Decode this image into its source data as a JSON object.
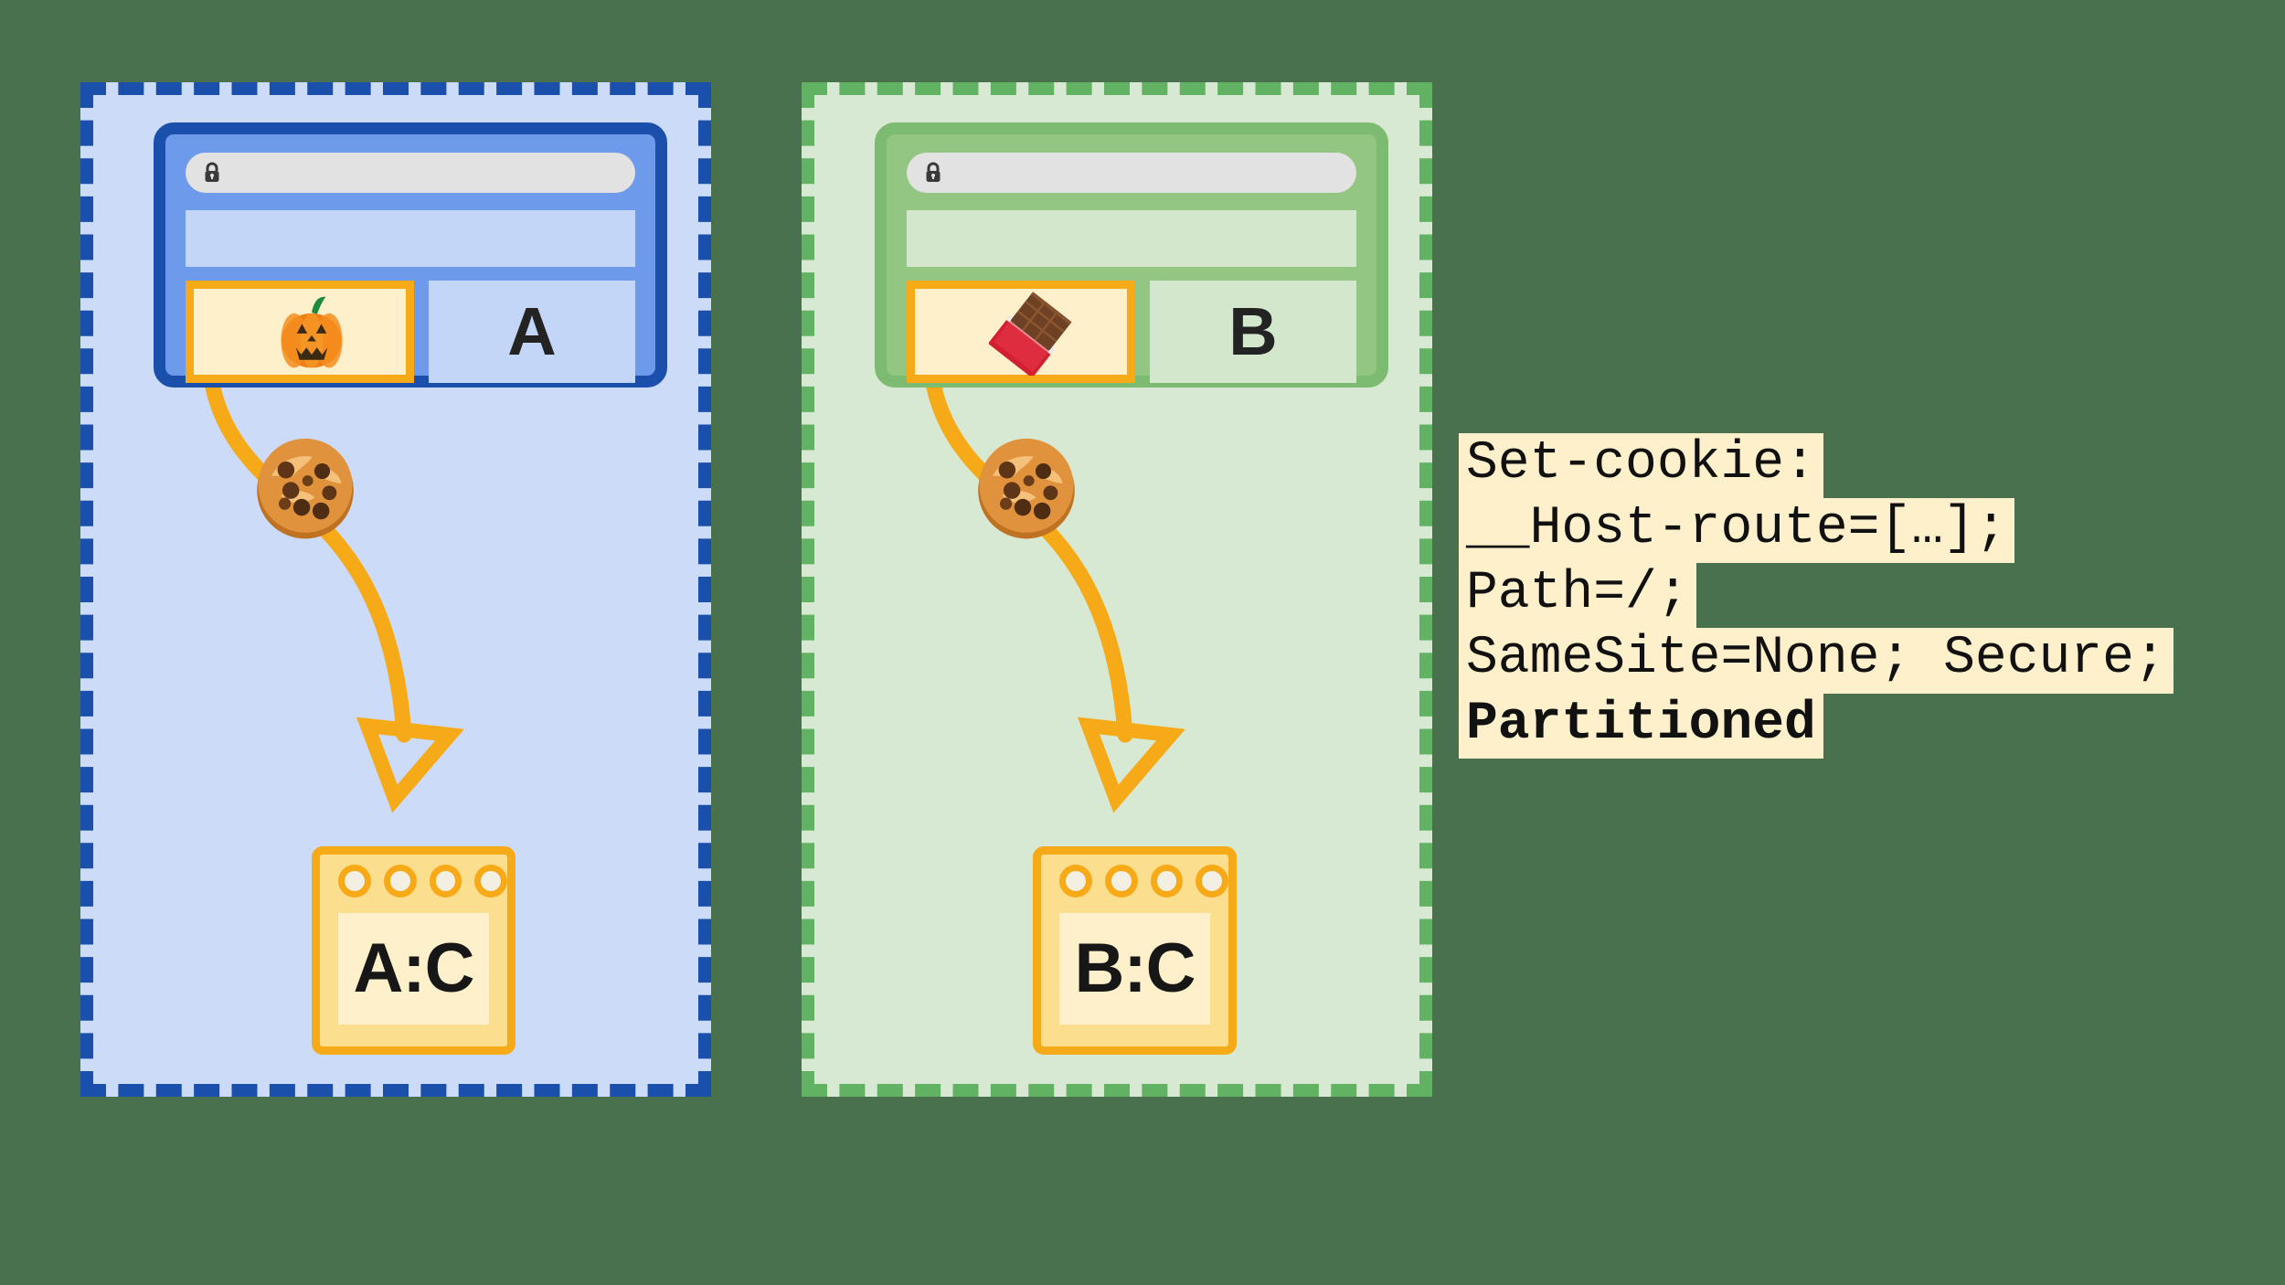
{
  "background_color": "#4a714e",
  "accent_colors": {
    "cookie_orange": "#f7aa18",
    "cream": "#fdf0ca",
    "blue_dark": "#1a50ab",
    "blue_panel": "#ccdbf7",
    "blue_window": "#6d9aea",
    "green_dark": "#62b263",
    "green_panel": "#d8e9d3",
    "green_window": "#92c682"
  },
  "partitions": [
    {
      "id": "a",
      "name": "partition-a",
      "border_color": "#1a50ab",
      "fill_color": "#ccdbf7",
      "browser": {
        "address_bar_icon": "lock-icon",
        "address_bar_value": "",
        "embed_icon": "jack-o-lantern-emoji",
        "site_letter": "A"
      },
      "cookie_icon": "cookie-emoji",
      "storage": {
        "icon": "cookie-jar-window-icon",
        "label": "A:C",
        "dots": 4
      }
    },
    {
      "id": "b",
      "name": "partition-b",
      "border_color": "#62b263",
      "fill_color": "#d8e9d3",
      "browser": {
        "address_bar_icon": "lock-icon",
        "address_bar_value": "",
        "embed_icon": "chocolate-bar-emoji",
        "site_letter": "B"
      },
      "cookie_icon": "cookie-emoji",
      "storage": {
        "icon": "cookie-jar-window-icon",
        "label": "B:C",
        "dots": 4
      }
    }
  ],
  "code_block": {
    "name": "set-cookie-header",
    "lines": [
      {
        "text": "Set-cookie:",
        "bold": false
      },
      {
        "text": "__Host-route=[…];",
        "bold": false
      },
      {
        "text": "Path=/;",
        "bold": false
      },
      {
        "text": "SameSite=None; Secure;",
        "bold": false
      },
      {
        "text": "Partitioned",
        "bold": true
      }
    ]
  }
}
